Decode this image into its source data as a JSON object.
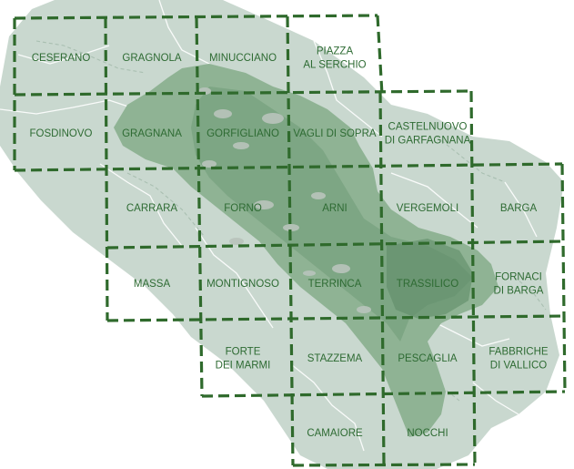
{
  "colors": {
    "background": "#ffffff",
    "land": "#c9d8cf",
    "park": "#8fb394",
    "park_dark": "#6f9a76",
    "border": "#ffffff",
    "grid": "#2f6a2c",
    "label": "#2e6b33",
    "snow": "#b9c4bc"
  },
  "map": {
    "tiles": [
      {
        "row": 0,
        "col": 0,
        "lines": [
          "CESERANO"
        ]
      },
      {
        "row": 0,
        "col": 1,
        "lines": [
          "GRAGNOLA"
        ]
      },
      {
        "row": 0,
        "col": 2,
        "lines": [
          "MINUCCIANO"
        ]
      },
      {
        "row": 0,
        "col": 3,
        "lines": [
          "PIAZZA",
          "AL SERCHIO"
        ]
      },
      {
        "row": 1,
        "col": 0,
        "lines": [
          "FOSDINOVO"
        ]
      },
      {
        "row": 1,
        "col": 1,
        "lines": [
          "GRAGNANA"
        ]
      },
      {
        "row": 1,
        "col": 2,
        "lines": [
          "GORFIGLIANO"
        ]
      },
      {
        "row": 1,
        "col": 3,
        "lines": [
          "VAGLI DI SOPRA"
        ]
      },
      {
        "row": 1,
        "col": 4,
        "lines": [
          "CASTELNUOVO",
          "DI GARFAGNANA"
        ]
      },
      {
        "row": 2,
        "col": 1,
        "lines": [
          "CARRARA"
        ]
      },
      {
        "row": 2,
        "col": 2,
        "lines": [
          "FORNO"
        ]
      },
      {
        "row": 2,
        "col": 3,
        "lines": [
          "ARNI"
        ]
      },
      {
        "row": 2,
        "col": 4,
        "lines": [
          "VERGEMOLI"
        ]
      },
      {
        "row": 2,
        "col": 5,
        "lines": [
          "BARGA"
        ]
      },
      {
        "row": 3,
        "col": 1,
        "lines": [
          "MASSA"
        ]
      },
      {
        "row": 3,
        "col": 2,
        "lines": [
          "MONTIGNOSO"
        ]
      },
      {
        "row": 3,
        "col": 3,
        "lines": [
          "TERRINCA"
        ]
      },
      {
        "row": 3,
        "col": 4,
        "lines": [
          "TRASSILICO"
        ]
      },
      {
        "row": 3,
        "col": 5,
        "lines": [
          "FORNACI",
          "DI BARGA"
        ]
      },
      {
        "row": 4,
        "col": 2,
        "lines": [
          "FORTE",
          "DEI MARMI"
        ]
      },
      {
        "row": 4,
        "col": 3,
        "lines": [
          "STAZZEMA"
        ]
      },
      {
        "row": 4,
        "col": 4,
        "lines": [
          "PESCAGLIA"
        ]
      },
      {
        "row": 4,
        "col": 5,
        "lines": [
          "FABBRICHE",
          "DI VALLICO"
        ]
      },
      {
        "row": 5,
        "col": 3,
        "lines": [
          "CAMAIORE"
        ]
      },
      {
        "row": 5,
        "col": 4,
        "lines": [
          "NOCCHI"
        ]
      }
    ]
  }
}
